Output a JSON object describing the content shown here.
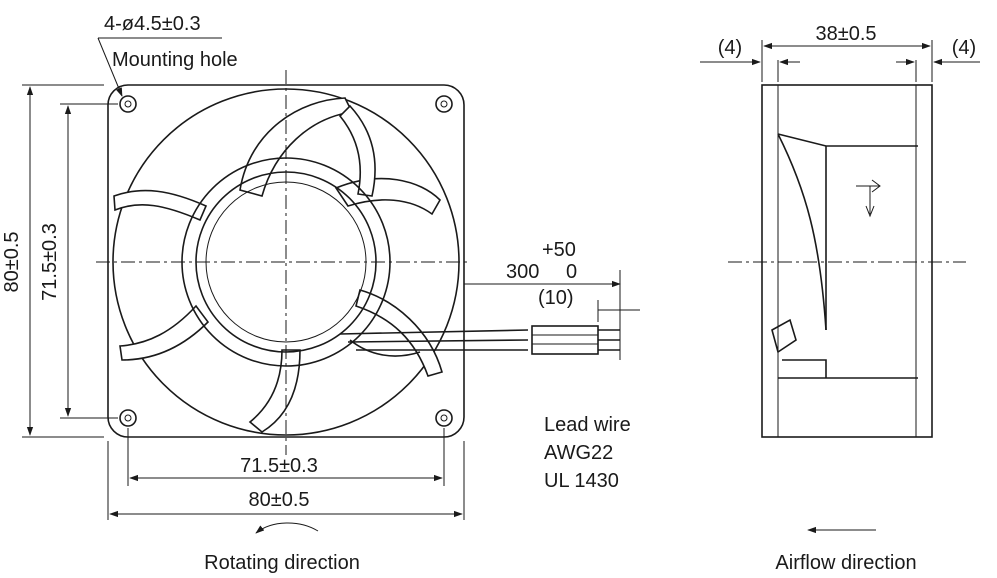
{
  "front_view": {
    "hole_spec": "4-ø4.5±0.3",
    "hole_label": "Mounting hole",
    "height_outer": "80±0.5",
    "height_pitch": "71.5±0.3",
    "width_pitch": "71.5±0.3",
    "width_outer": "80±0.5",
    "rotation_label": "Rotating direction"
  },
  "lead_wire": {
    "tolerance": "+50",
    "length": "300",
    "tolerance_lower": "0",
    "strip": "(10)",
    "line1": "Lead wire",
    "line2": "AWG22",
    "line3": "UL 1430"
  },
  "side_view": {
    "depth": "38±0.5",
    "flange_left": "(4)",
    "flange_right": "(4)",
    "airflow_label": "Airflow direction"
  }
}
